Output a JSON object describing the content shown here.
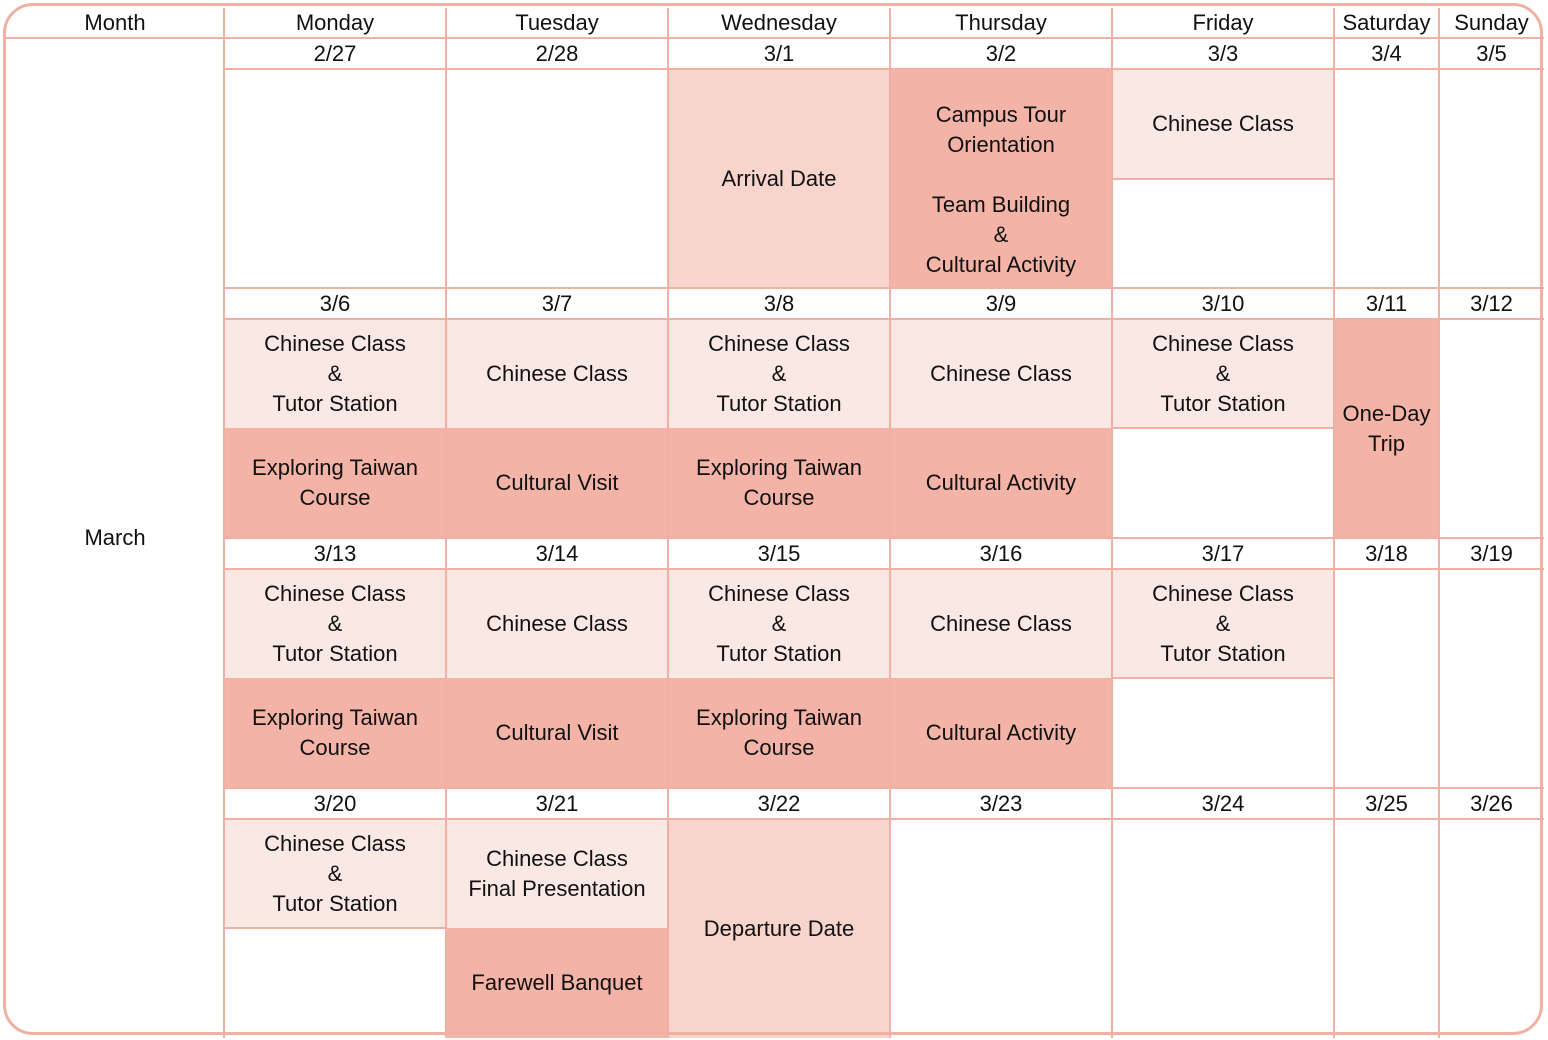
{
  "header": {
    "month": "Month",
    "days": [
      "Monday",
      "Tuesday",
      "Wednesday",
      "Thursday",
      "Friday",
      "Saturday",
      "Sunday"
    ]
  },
  "month_label": "March",
  "weeks": [
    {
      "dates": [
        "2/27",
        "2/28",
        "3/1",
        "3/2",
        "3/3",
        "3/4",
        "3/5"
      ]
    },
    {
      "dates": [
        "3/6",
        "3/7",
        "3/8",
        "3/9",
        "3/10",
        "3/11",
        "3/12"
      ]
    },
    {
      "dates": [
        "3/13",
        "3/14",
        "3/15",
        "3/16",
        "3/17",
        "3/18",
        "3/19"
      ]
    },
    {
      "dates": [
        "3/20",
        "3/21",
        "3/22",
        "3/23",
        "3/24",
        "3/25",
        "3/26"
      ]
    }
  ],
  "events": {
    "arrival_date": "Arrival Date",
    "campus_tour": "Campus Tour\nOrientation",
    "team_building": "Team Building\n&\nCultural Activity",
    "chinese_class": "Chinese Class",
    "chinese_tutor": "Chinese Class\n&\nTutor Station",
    "exploring_taiwan": "Exploring Taiwan\nCourse",
    "cultural_visit": "Cultural Visit",
    "cultural_activity": "Cultural Activity",
    "one_day_trip": "One-Day\nTrip",
    "final_presentation": "Chinese Class\nFinal Presentation",
    "farewell_banquet": "Farewell Banquet",
    "departure_date": "Departure Date"
  },
  "colors": {
    "border": "#f0b0a3",
    "light": "#fae8e4",
    "medium": "#f7d4cc",
    "dark": "#f3b3a6"
  }
}
